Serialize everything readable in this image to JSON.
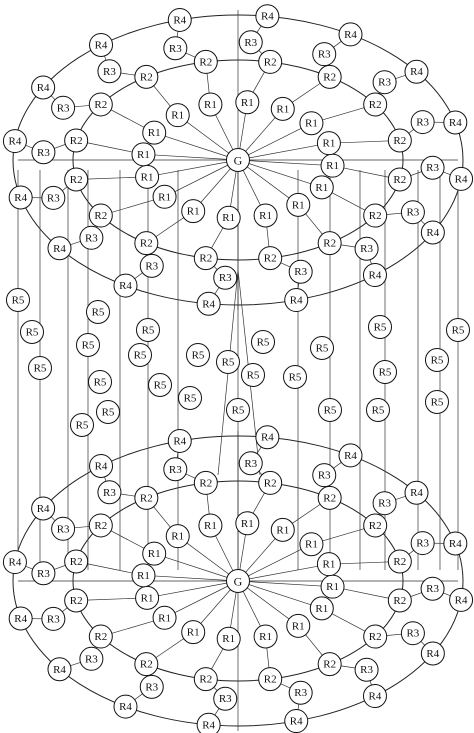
{
  "clusters": [
    {
      "hub_label": "G",
      "ring1_labels": [
        "R1",
        "R1",
        "R1",
        "R1",
        "R1",
        "R1",
        "R1",
        "R1",
        "R1",
        "R1",
        "R1",
        "R1",
        "R1",
        "R1",
        "R1",
        "R1"
      ],
      "ring2_labels": [
        "R2",
        "R2",
        "R2",
        "R2",
        "R2",
        "R2",
        "R2",
        "R2",
        "R2",
        "R2",
        "R2",
        "R2",
        "R2",
        "R2",
        "R2",
        "R2"
      ],
      "ring3_labels": [
        "R3",
        "R3",
        "R3",
        "R3",
        "R3",
        "R3",
        "R3",
        "R3",
        "R3",
        "R3",
        "R3",
        "R3",
        "R3",
        "R3",
        "R3",
        "R3"
      ],
      "ring4_labels": [
        "R4",
        "R4",
        "R4",
        "R4",
        "R4",
        "R4",
        "R4",
        "R4",
        "R4",
        "R4",
        "R4",
        "R4",
        "R4",
        "R4",
        "R4",
        "R4"
      ]
    },
    {
      "hub_label": "G",
      "ring1_labels": [
        "R1",
        "R1",
        "R1",
        "R1",
        "R1",
        "R1",
        "R1",
        "R1",
        "R1",
        "R1",
        "R1",
        "R1",
        "R1",
        "R1",
        "R1",
        "R1"
      ],
      "ring2_labels": [
        "R2",
        "R2",
        "R2",
        "R2",
        "R2",
        "R2",
        "R2",
        "R2",
        "R2",
        "R2",
        "R2",
        "R2",
        "R2",
        "R2",
        "R2",
        "R2"
      ],
      "ring3_labels": [
        "R3",
        "R3",
        "R3",
        "R3",
        "R3",
        "R3",
        "R3",
        "R3",
        "R3",
        "R3",
        "R3",
        "R3",
        "R3",
        "R3",
        "R3",
        "R3"
      ],
      "ring4_labels": [
        "R4",
        "R4",
        "R4",
        "R4",
        "R4",
        "R4",
        "R4",
        "R4",
        "R4",
        "R4",
        "R4",
        "R4",
        "R4",
        "R4",
        "R4",
        "R4"
      ]
    }
  ],
  "middle_labels": [
    "R5",
    "R5",
    "R5",
    "R5",
    "R5",
    "R5",
    "R5",
    "R5",
    "R5",
    "R5",
    "R5",
    "R5",
    "R5",
    "R5",
    "R5",
    "R5",
    "R5",
    "R5",
    "R5",
    "R5",
    "R5",
    "R5",
    "R5",
    "R5",
    "R5",
    "R5"
  ]
}
